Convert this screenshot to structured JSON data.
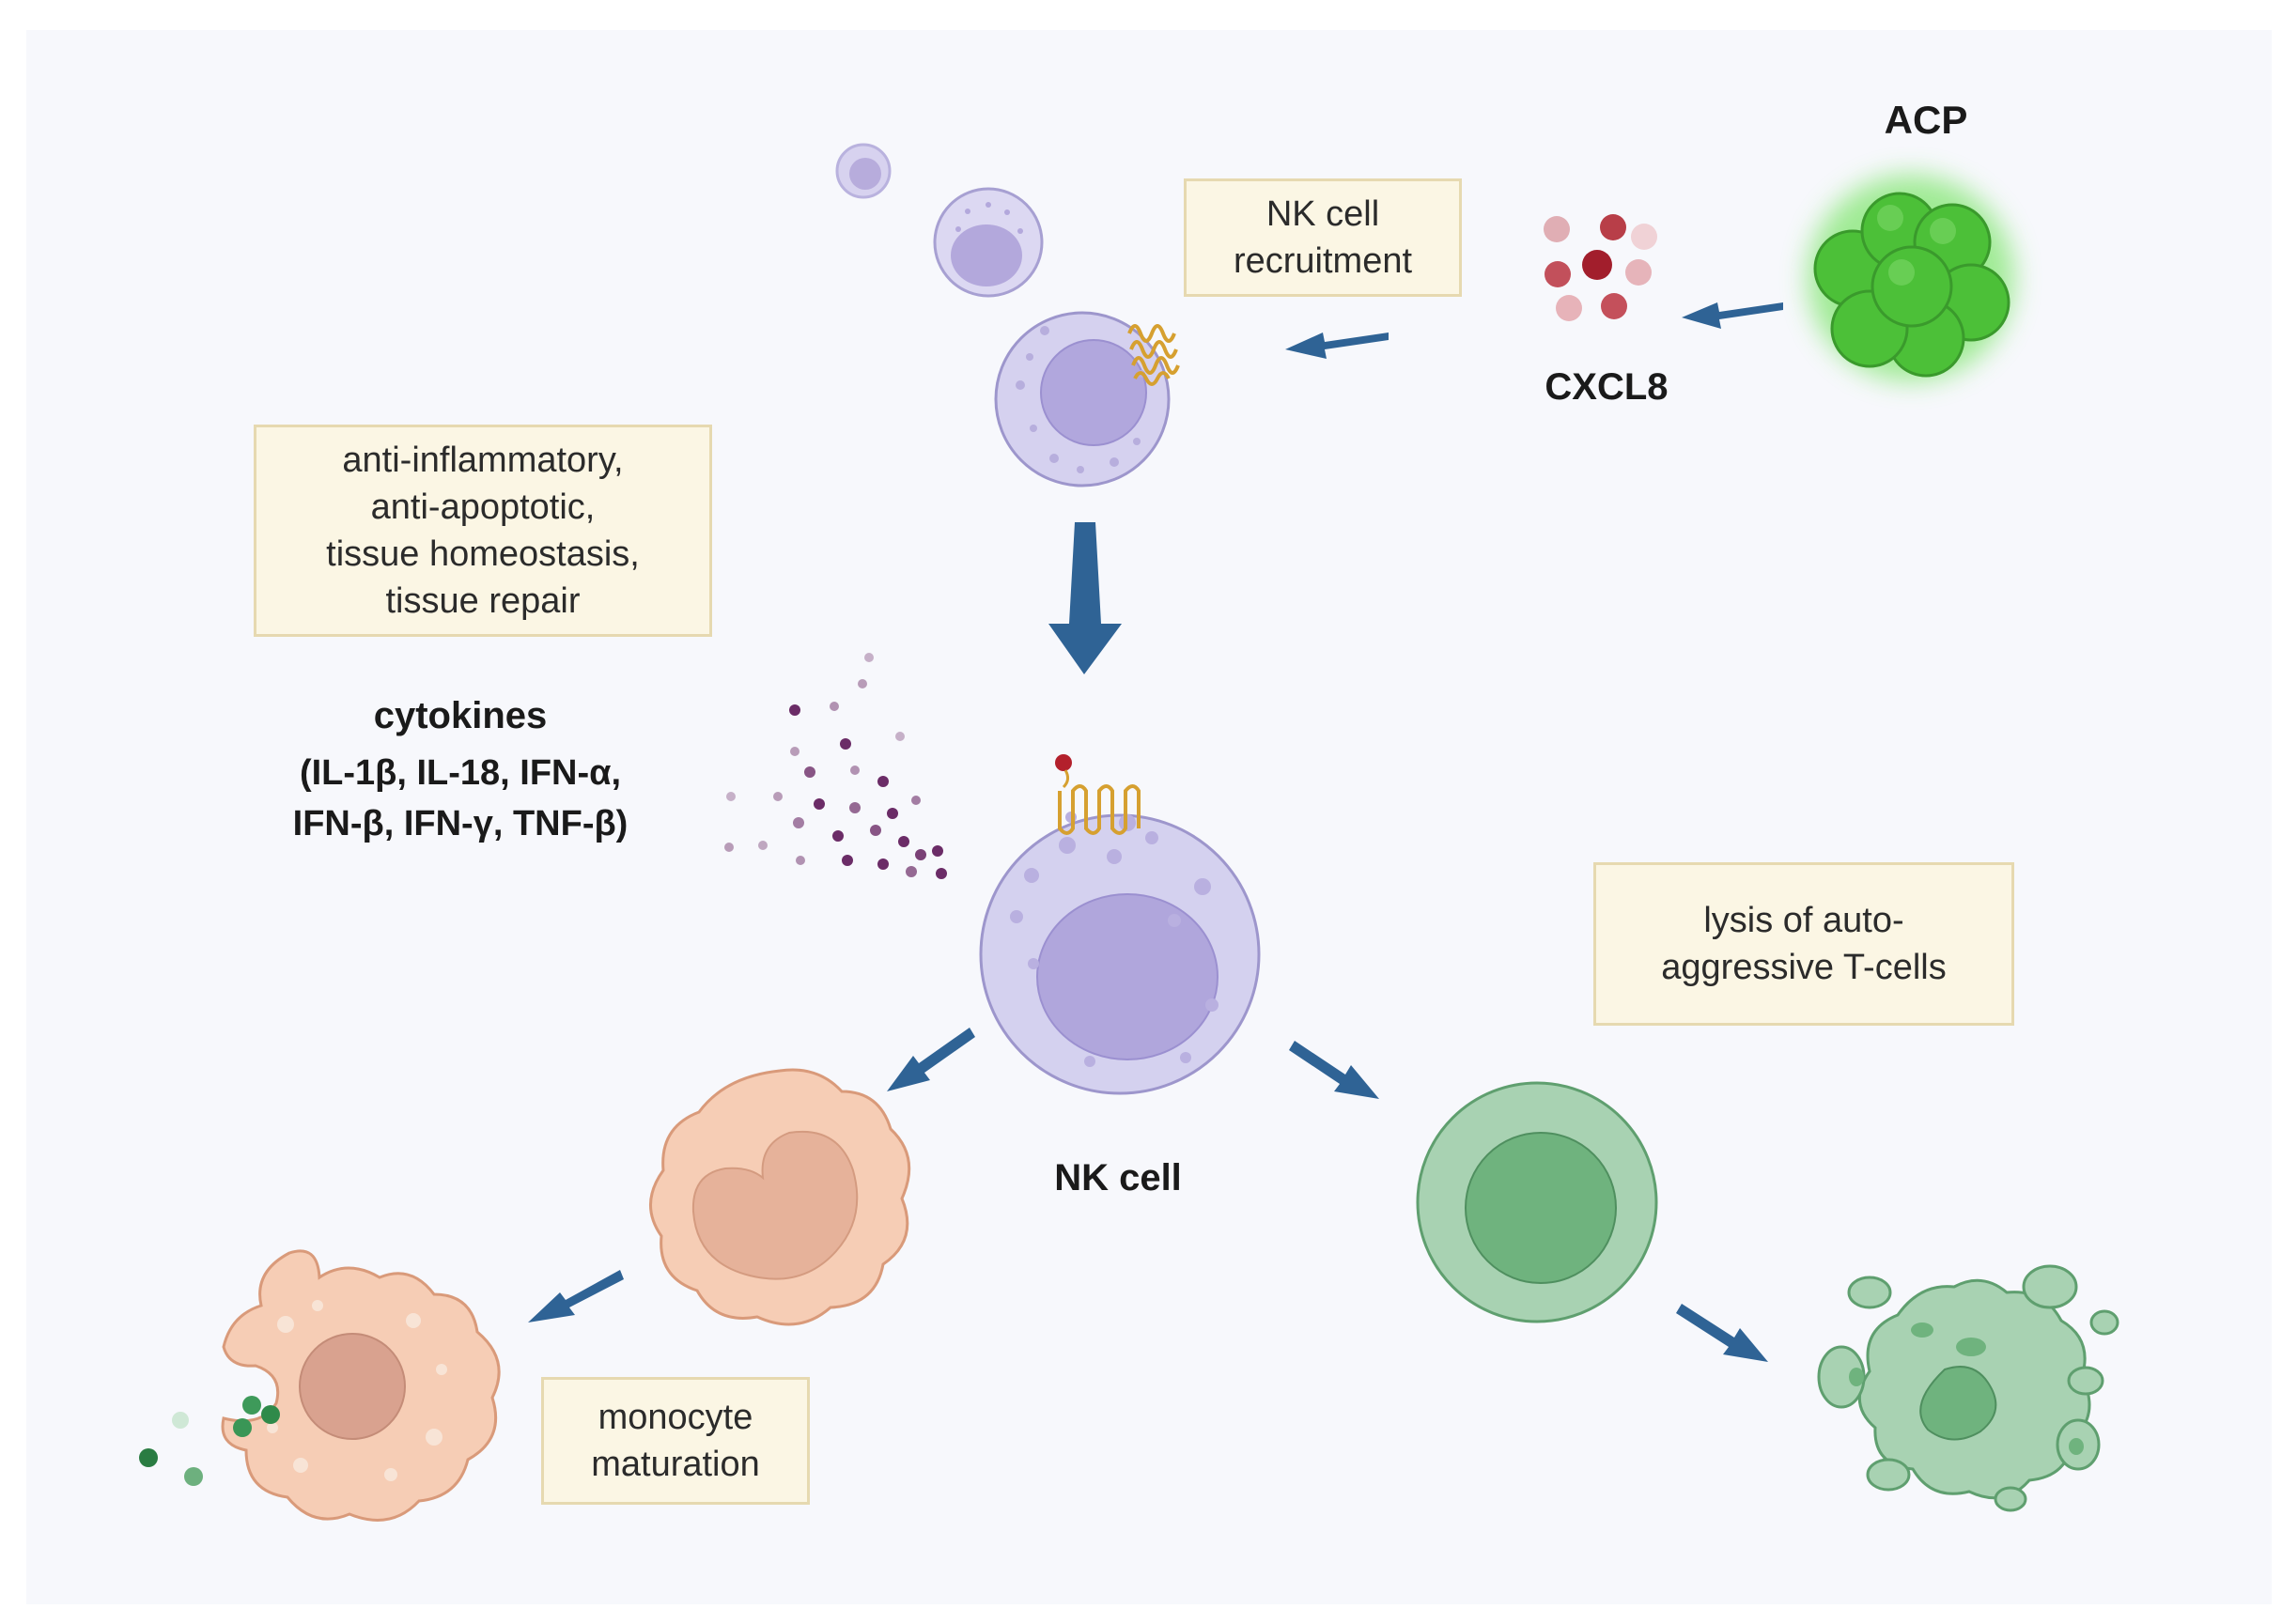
{
  "labels": {
    "acp": "ACP",
    "cxcl8": "CXCL8",
    "nk_cell": "NK cell",
    "cytokines_title": "cytokines",
    "cytokines_list": "(IL-1β, IL-18, IFN-α,\nIFN-β, IFN-γ, TNF-β)"
  },
  "boxes": {
    "recruitment": "NK cell\nrecruitment",
    "functions": "anti-inflammatory,\nanti-apoptotic,\ntissue homeostasis,\ntissue repair",
    "lysis": "lysis of auto-\naggressive T-cells",
    "monocyte": "monocyte\nmaturation"
  },
  "icons": [
    "acp-cluster-icon",
    "cxcl8-chemokine-icon",
    "receptor-icon",
    "nk-cell-icon",
    "monocyte-icon",
    "macrophage-icon",
    "t-cell-icon",
    "apoptotic-cell-icon",
    "arrow-icon"
  ],
  "colors": {
    "arrow": "#2f6395",
    "nk_cell": "#d4d1ef",
    "monocyte": "#f6cdb5",
    "t_cell": "#a9d3b5",
    "acp": "#4fbf3a",
    "cxcl8": "#b23b45",
    "cytokine": "#6b2c67",
    "note_bg": "#fbf6e4"
  }
}
